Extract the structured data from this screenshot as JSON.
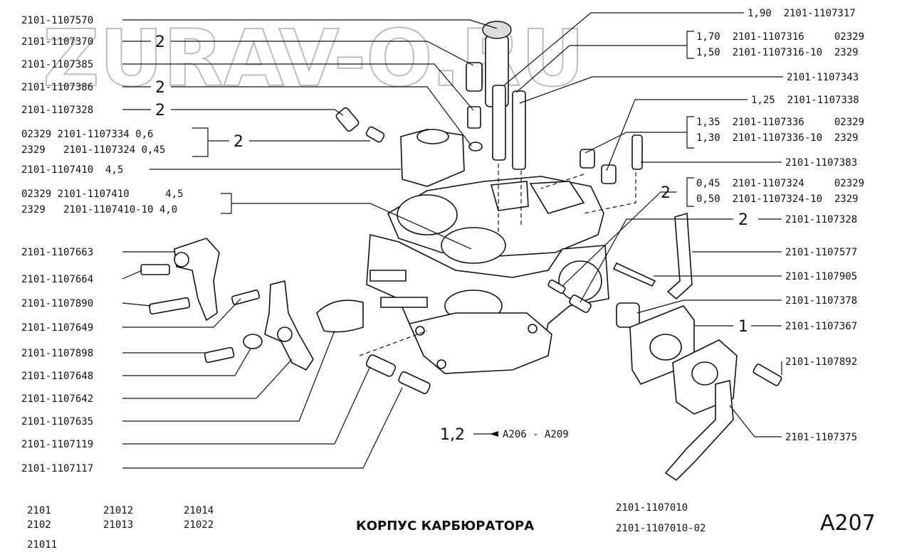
{
  "watermark": "ZURAV-O.RU",
  "title": "КОРПУС КАРБЮРАТОРА",
  "page_code": "A207",
  "assembly_numbers": [
    "2101-1107010",
    "2101-1107010-02"
  ],
  "models": [
    "2101",
    "21012",
    "21014",
    "2102",
    "21013",
    "21022",
    "21011"
  ],
  "ref_note": {
    "num": "1,2",
    "text": "A206 - A209"
  },
  "left_labels": [
    "2101-1107570",
    "2101-1107370",
    "2101-1107385",
    "2101-1107386",
    "2101-1107328",
    "02329 2101-1107334 0,6",
    "2329   2101-1107324 0,45",
    "2101-1107410  4,5",
    "02329 2101-1107410      4,5",
    "2329   2101-1107410-10 4,0",
    "2101-1107663",
    "2101-1107664",
    "2101-1107890",
    "2101-1107649",
    "2101-1107898",
    "2101-1107648",
    "2101-1107642",
    "2101-1107635",
    "2101-1107119",
    "2101-1107117"
  ],
  "right_labels": [
    "1,90  2101-1107317",
    "1,70  2101-1107316     02329",
    "1,50  2101-1107316-10  2329",
    "2101-1107343",
    "1,25  2101-1107338",
    "1,35  2101-1107336     02329",
    "1,30  2101-1107336-10  2329",
    "2101-1107383",
    "0,45  2101-1107324     02329",
    "0,50  2101-1107324-10  2329",
    "2101-1107328",
    "2101-1107577",
    "2101-1107905",
    "2101-1107378",
    "2101-1107367",
    "2101-1107892",
    "2101-1107375"
  ],
  "qty": [
    "2",
    "2",
    "2",
    "2",
    "2",
    "2",
    "1"
  ]
}
